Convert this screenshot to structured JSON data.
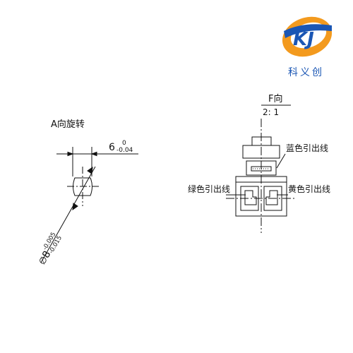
{
  "logo": {
    "company_name": "科义创",
    "letters": "KJ",
    "colors": {
      "orange": "#f39a1e",
      "blue": "#1a56b4"
    }
  },
  "view_a": {
    "title": "A向旋转",
    "width_dim": {
      "nominal": "6",
      "upper_tol": "0",
      "lower_tol": "-0.04"
    },
    "diameter_dim": {
      "symbol": "∅",
      "nominal": "8",
      "upper_tol": "-0.005",
      "lower_tol": "-0.015"
    }
  },
  "view_f": {
    "title": "F向",
    "scale": "2: 1",
    "labels": {
      "blue_lead": "蓝色引出线",
      "green_lead": "绿色引出线",
      "yellow_lead": "黄色引出线"
    }
  }
}
